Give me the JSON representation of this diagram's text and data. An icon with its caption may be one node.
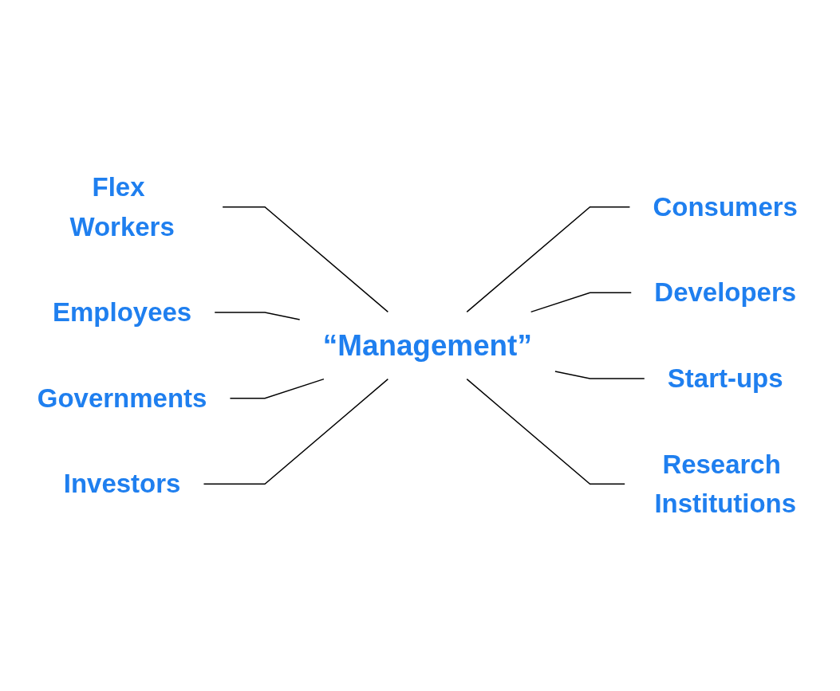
{
  "diagram": {
    "nodes": [
      {
        "text": [
          "Investors"
        ]
      },
      {
        "text": [
          "Flex Workers"
        ]
      },
      {
        "text": [
          "Consumers"
        ]
      },
      {
        "text": [
          "Employees"
        ]
      },
      {
        "text": [
          "“Management”"
        ]
      },
      {
        "text": [
          "Developers"
        ]
      },
      {
        "text": [
          "Governments"
        ]
      },
      {
        "text": [
          "Start-ups"
        ]
      },
      {
        "text": [
          "Research Institutions"
        ]
      }
    ],
    "edges": [
      {
        "from": 1,
        "to": 4,
        "arrow": "none"
      },
      {
        "from": 3,
        "to": 4,
        "arrow": "none"
      },
      {
        "from": 6,
        "to": 4,
        "arrow": "none"
      },
      {
        "from": 0,
        "to": 4,
        "arrow": "none"
      },
      {
        "from": 4,
        "to": 2,
        "arrow": "none"
      },
      {
        "from": 4,
        "to": 5,
        "arrow": "none"
      },
      {
        "from": 4,
        "to": 7,
        "arrow": "none"
      },
      {
        "from": 4,
        "to": 8,
        "arrow": "none"
      }
    ]
  }
}
